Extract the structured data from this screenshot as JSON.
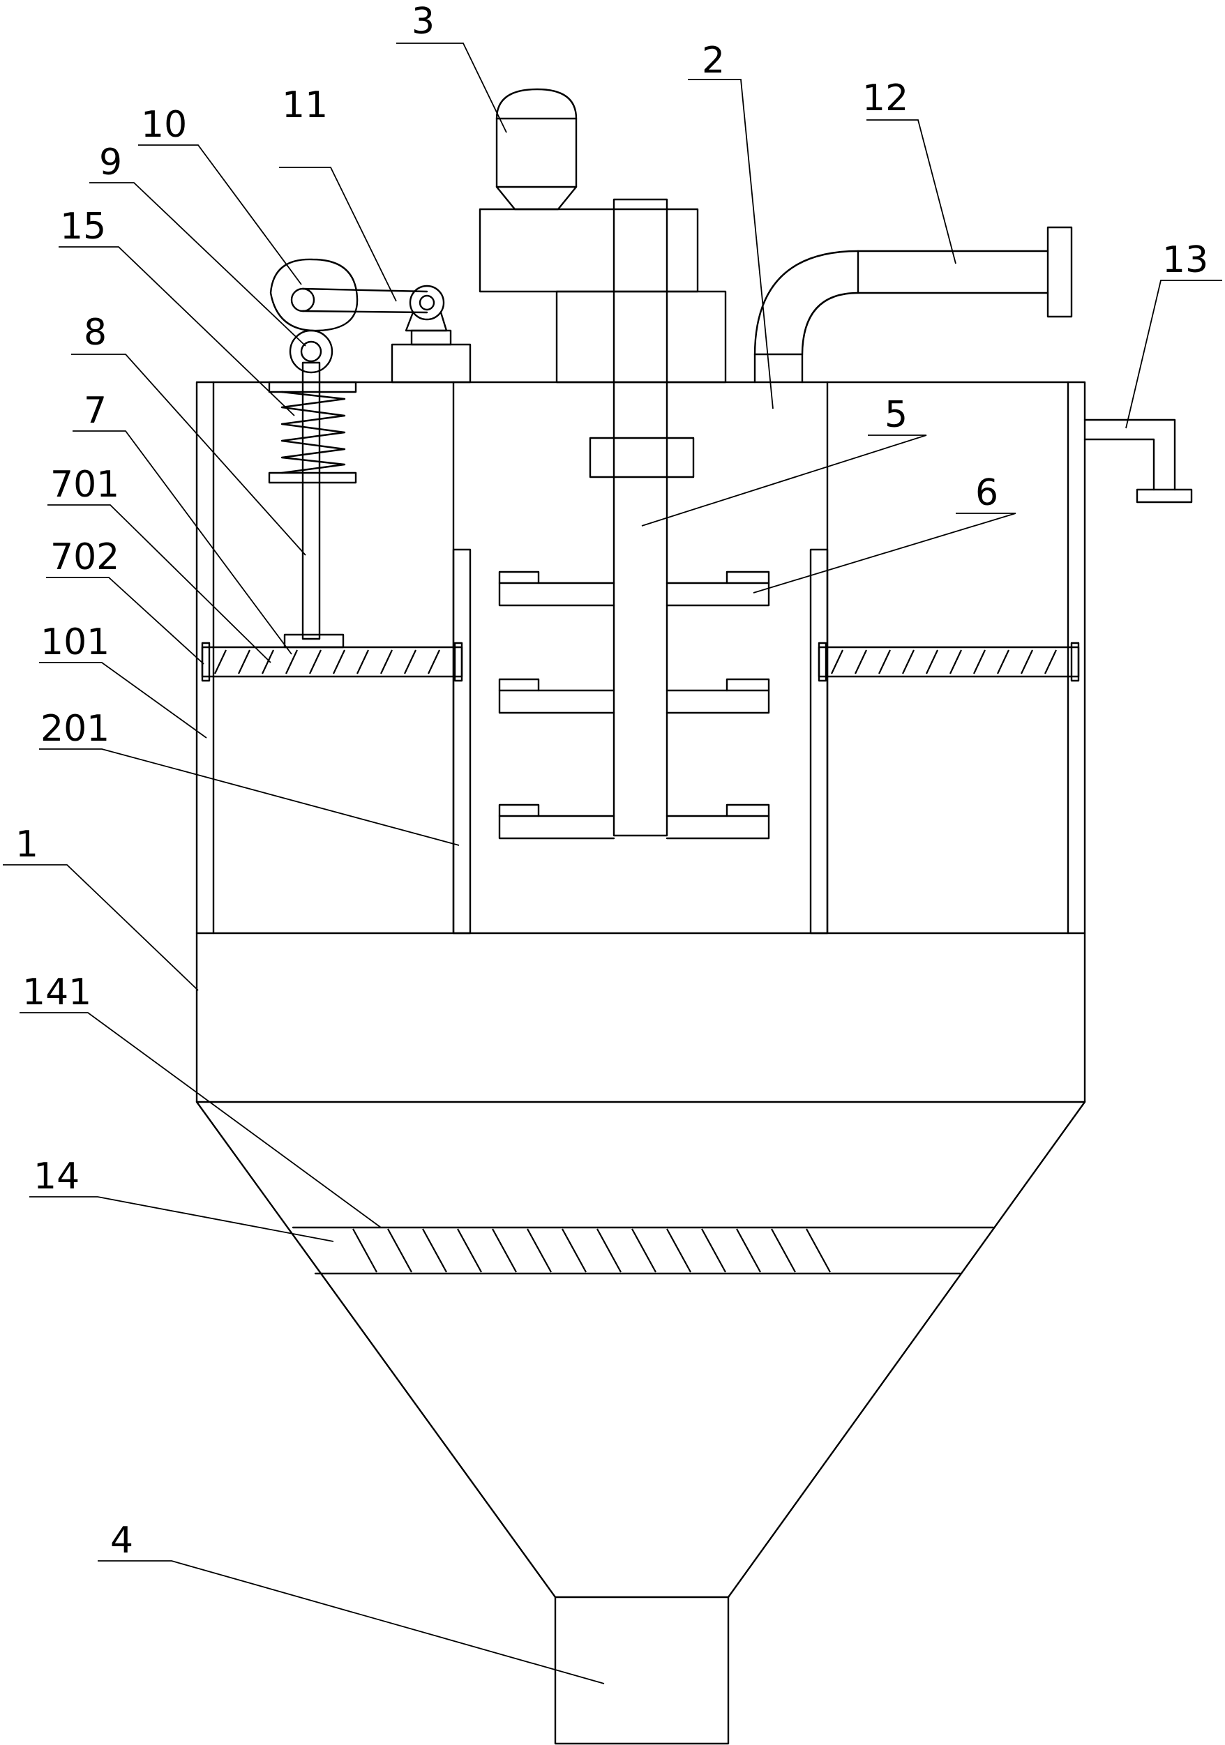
{
  "labels": {
    "l1": "1",
    "l2": "2",
    "l3": "3",
    "l4": "4",
    "l5": "5",
    "l6": "6",
    "l7": "7",
    "l8": "8",
    "l9": "9",
    "l10": "10",
    "l11": "11",
    "l12": "12",
    "l13": "13",
    "l14": "14",
    "l15": "15",
    "l101": "101",
    "l141": "141",
    "l201": "201",
    "l701": "701",
    "l702": "702"
  }
}
